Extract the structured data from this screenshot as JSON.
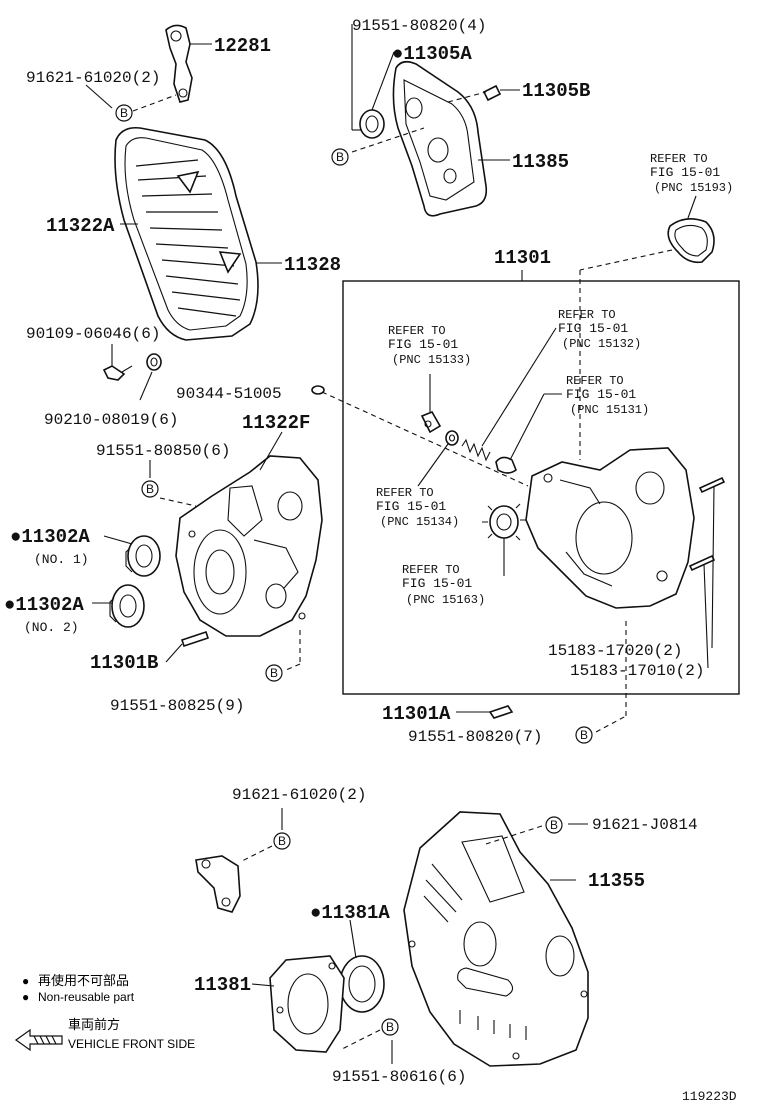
{
  "diagram": {
    "labels": {
      "p12281": "12281",
      "p91621_61020_top": "91621-61020(2)",
      "p91551_80820_4": "91551-80820(4)",
      "p11305A": "●11305A",
      "p11305B": "11305B",
      "p11385": "11385",
      "p11322A": "11322A",
      "p11328": "11328",
      "p11301": "11301",
      "p90109": "90109-06046(6)",
      "p90210": "90210-08019(6)",
      "p90344": "90344-51005",
      "p11322F": "11322F",
      "p91551_80850": "91551-80850(6)",
      "p11302A_1": "●11302A",
      "p11302A_1_sub": "(NO. 1)",
      "p11302A_2": "●11302A",
      "p11302A_2_sub": "(NO. 2)",
      "p11301B": "11301B",
      "p91551_80825": "91551-80825(9)",
      "p15183_17020": "15183-17020(2)",
      "p15183_17010": "15183-17010(2)",
      "p11301A": "11301A",
      "p91551_80820_7": "91551-80820(7)",
      "p91621_61020_bottom": "91621-61020(2)",
      "p91621_J0814": "91621-J0814",
      "p11355": "11355",
      "p11381A": "●11381A",
      "p11381": "11381",
      "p91551_80616": "91551-80616(6)",
      "drawing_id": "119223D"
    },
    "refers": [
      {
        "line1": "REFER TO",
        "line2": "FIG 15-01",
        "line3": "(PNC 15193)"
      },
      {
        "line1": "REFER TO",
        "line2": "FIG 15-01",
        "line3": "(PNC 15133)"
      },
      {
        "line1": "REFER TO",
        "line2": "FIG 15-01",
        "line3": "(PNC 15132)"
      },
      {
        "line1": "REFER TO",
        "line2": "FIG 15-01",
        "line3": "(PNC 15131)"
      },
      {
        "line1": "REFER TO",
        "line2": "FIG 15-01",
        "line3": "(PNC 15134)"
      },
      {
        "line1": "REFER TO",
        "line2": "FIG 15-01",
        "line3": "(PNC 15163)"
      }
    ],
    "marker_letter": "B",
    "legend": {
      "bullet": "●",
      "jp_nonreusable": "再使用不可部品",
      "en_nonreusable": "Non-reusable part",
      "jp_front": "車両前方",
      "en_front": "VEHICLE FRONT SIDE"
    }
  }
}
